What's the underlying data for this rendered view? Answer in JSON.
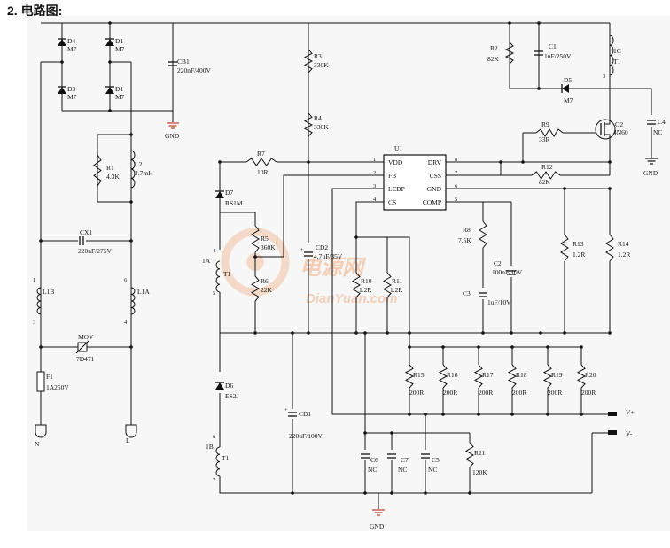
{
  "heading": "2.  电路图:",
  "colors": {
    "wire": "#111111",
    "gnd": "#c0392b",
    "sheet": "#f7f7f7",
    "watermark": "#f2b48e"
  },
  "watermark": {
    "cn": "电源网",
    "en": "DianYuan.com"
  },
  "components": [
    {
      "name": "D4",
      "value": "M7"
    },
    {
      "name": "D1",
      "value": "M7"
    },
    {
      "name": "D3",
      "value": "M7"
    },
    {
      "name": "D1",
      "value": "M7"
    },
    {
      "name": "CB1",
      "value": "220nF/400V"
    },
    {
      "name": "R3",
      "value": "330K"
    },
    {
      "name": "R4",
      "value": "330K"
    },
    {
      "name": "R2",
      "value": "82K"
    },
    {
      "name": "C1",
      "value": "1nF/250V"
    },
    {
      "name": "1C",
      "value": "T1"
    },
    {
      "name": "D5",
      "value": "M7"
    },
    {
      "name": "C4",
      "value": "NC"
    },
    {
      "name": "R9",
      "value": "33R"
    },
    {
      "name": "Q2",
      "value": "4N60"
    },
    {
      "name": "R12",
      "value": "82K"
    },
    {
      "name": "R1",
      "value": "4.3K"
    },
    {
      "name": "L2",
      "value": "3.7mH"
    },
    {
      "name": "R7",
      "value": "10R"
    },
    {
      "name": "D7",
      "value": "RS1M"
    },
    {
      "name": "CX1",
      "value": "220nF/275V"
    },
    {
      "name": "R5",
      "value": "360K"
    },
    {
      "name": "R6",
      "value": "22K"
    },
    {
      "name": "CD2",
      "value": "4.7uF/35V"
    },
    {
      "name": "R13",
      "value": "1.2R"
    },
    {
      "name": "R14",
      "value": "1.2R"
    },
    {
      "name": "R8",
      "value": "7.5K"
    },
    {
      "name": "C2",
      "value": "100nF/10V"
    },
    {
      "name": "C3",
      "value": "1uF/10V"
    },
    {
      "name": "R10",
      "value": "1.2R"
    },
    {
      "name": "R11",
      "value": "1.2R"
    },
    {
      "name": "L1B",
      "value": ""
    },
    {
      "name": "L1A",
      "value": ""
    },
    {
      "name": "MOV",
      "value": "7D471"
    },
    {
      "name": "F1",
      "value": "1A250V"
    },
    {
      "name": "D6",
      "value": "ES2J"
    },
    {
      "name": "CD1",
      "value": "220uF/100V"
    },
    {
      "name": "R15",
      "value": "200R"
    },
    {
      "name": "R16",
      "value": "200R"
    },
    {
      "name": "R17",
      "value": "200R"
    },
    {
      "name": "R18",
      "value": "200R"
    },
    {
      "name": "R19",
      "value": "200R"
    },
    {
      "name": "R20",
      "value": "200R"
    },
    {
      "name": "C6",
      "value": "NC"
    },
    {
      "name": "C7",
      "value": "NC"
    },
    {
      "name": "C5",
      "value": "NC"
    },
    {
      "name": "R21",
      "value": "120K"
    }
  ],
  "ic": {
    "ref": "U1",
    "left_pins": [
      {
        "num": "1",
        "name": "VDD"
      },
      {
        "num": "2",
        "name": "FB"
      },
      {
        "num": "3",
        "name": "LEDP"
      },
      {
        "num": "4",
        "name": "CS"
      }
    ],
    "right_pins": [
      {
        "num": "8",
        "name": "DRV"
      },
      {
        "num": "7",
        "name": "CSS"
      },
      {
        "num": "6",
        "name": "GND"
      },
      {
        "num": "5",
        "name": "COMP"
      }
    ]
  },
  "transformer": {
    "primary_ref": "1A",
    "primary_tag": "T1",
    "primary_pins": [
      "4",
      "5"
    ],
    "secondary_ref": "1B",
    "secondary_tag": "T1",
    "secondary_pins": [
      "6",
      "7"
    ],
    "l1b_pins": [
      "1",
      "3"
    ],
    "l1a_pins": [
      "6",
      "4"
    ]
  },
  "labels": {
    "gnd_top": "GND",
    "gnd_bottom": "GND",
    "gnd_right": "GND",
    "out_plus": "V+",
    "out_minus": "V-",
    "ac_n": "N",
    "ac_l": "L",
    "q2_pin3": "3"
  }
}
